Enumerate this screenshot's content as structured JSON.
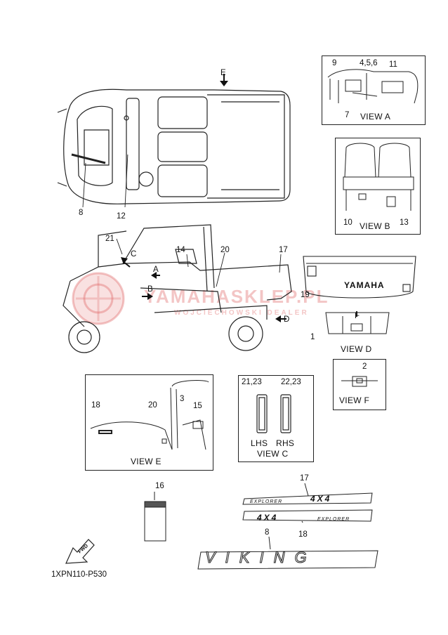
{
  "diagram": {
    "callouts": {
      "c1": "1",
      "c2": "2",
      "c3": "3",
      "c456": "4,5,6",
      "c7": "7",
      "c8a": "8",
      "c8b": "8",
      "c9": "9",
      "c10": "10",
      "c11": "11",
      "c12": "12",
      "c13": "13",
      "c14": "14",
      "c15": "15",
      "c16": "16",
      "c17a": "17",
      "c17b": "17",
      "c18a": "18",
      "c18b": "18",
      "c19": "19",
      "c20a": "20",
      "c20b": "20",
      "c21": "21",
      "c2123": "21,23",
      "c2223": "22,23"
    },
    "arrows": {
      "A": "A",
      "B": "B",
      "C": "C",
      "D": "D",
      "E": "E",
      "F": "F"
    },
    "views": {
      "a": "VIEW A",
      "b": "VIEW B",
      "c": "VIEW C",
      "d": "VIEW D",
      "e": "VIEW E",
      "f": "VIEW F"
    },
    "lhs": "LHS",
    "rhs": "RHS",
    "part_code": "1XPN110-P530",
    "fwd": "FWD",
    "decals": {
      "yamaha": "YAMAHA",
      "viking": "VIKING",
      "fourbyfour": "4X4",
      "explorer": "EXPLORER"
    },
    "watermark": {
      "line1": "YAMAHASKLEP.PL",
      "line2": "WOJCIECHOWSKI DEALER"
    },
    "colors": {
      "line": "#222222",
      "watermark": "#dc5a5a"
    }
  }
}
